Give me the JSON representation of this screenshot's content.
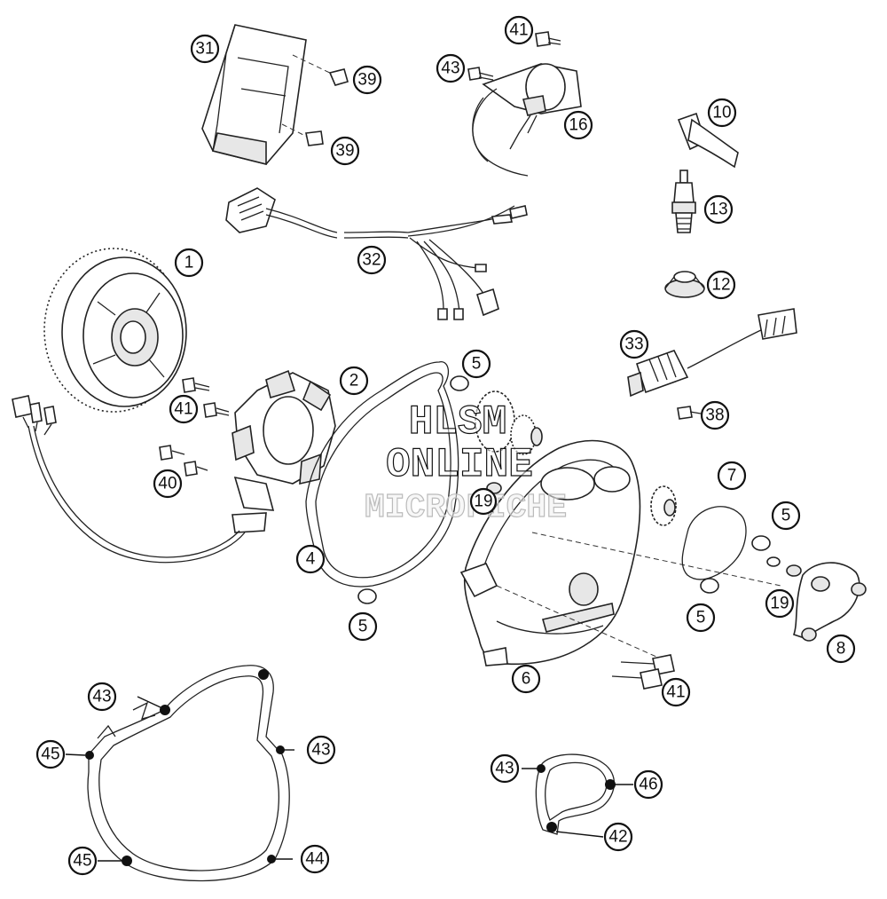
{
  "watermark": {
    "line1": "HLSM",
    "line2": "ONLINE",
    "line3": "MICROFICHE"
  },
  "callouts": [
    {
      "id": "c31",
      "label": "31"
    },
    {
      "id": "c39a",
      "label": "39"
    },
    {
      "id": "c39b",
      "label": "39"
    },
    {
      "id": "c41top",
      "label": "41"
    },
    {
      "id": "c43top",
      "label": "43"
    },
    {
      "id": "c16",
      "label": "16"
    },
    {
      "id": "c10",
      "label": "10"
    },
    {
      "id": "c13",
      "label": "13"
    },
    {
      "id": "c12",
      "label": "12"
    },
    {
      "id": "c32",
      "label": "32"
    },
    {
      "id": "c1",
      "label": "1"
    },
    {
      "id": "c2",
      "label": "2"
    },
    {
      "id": "c5a",
      "label": "5"
    },
    {
      "id": "c33",
      "label": "33"
    },
    {
      "id": "c38",
      "label": "38"
    },
    {
      "id": "c41mid",
      "label": "41"
    },
    {
      "id": "c40",
      "label": "40"
    },
    {
      "id": "c19a",
      "label": "19"
    },
    {
      "id": "c7",
      "label": "7"
    },
    {
      "id": "c5b",
      "label": "5"
    },
    {
      "id": "c4",
      "label": "4"
    },
    {
      "id": "c19b",
      "label": "19"
    },
    {
      "id": "c5c",
      "label": "5"
    },
    {
      "id": "c5d",
      "label": "5"
    },
    {
      "id": "c8",
      "label": "8"
    },
    {
      "id": "c6",
      "label": "6"
    },
    {
      "id": "c41low",
      "label": "41"
    },
    {
      "id": "c43a",
      "label": "43"
    },
    {
      "id": "c45a",
      "label": "45"
    },
    {
      "id": "c43b",
      "label": "43"
    },
    {
      "id": "c45b",
      "label": "45"
    },
    {
      "id": "c44",
      "label": "44"
    },
    {
      "id": "c43c",
      "label": "43"
    },
    {
      "id": "c46",
      "label": "46"
    },
    {
      "id": "c42",
      "label": "42"
    }
  ]
}
